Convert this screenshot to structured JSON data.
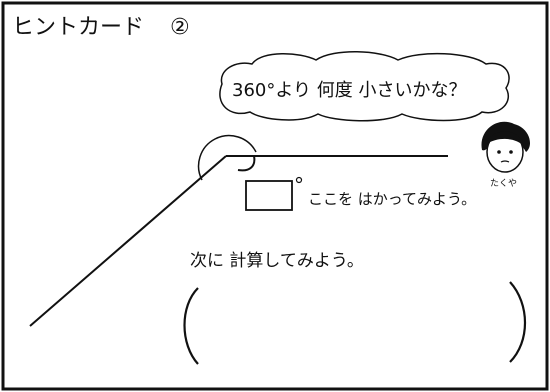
{
  "card": {
    "title": "ヒントカード",
    "number": "②",
    "speech": "360°より 何度 小さいかな？",
    "instruction_measure": "ここを はかってみよう。",
    "instruction_calc": "次に 計算してみよう。",
    "character_name": "たくや"
  }
}
